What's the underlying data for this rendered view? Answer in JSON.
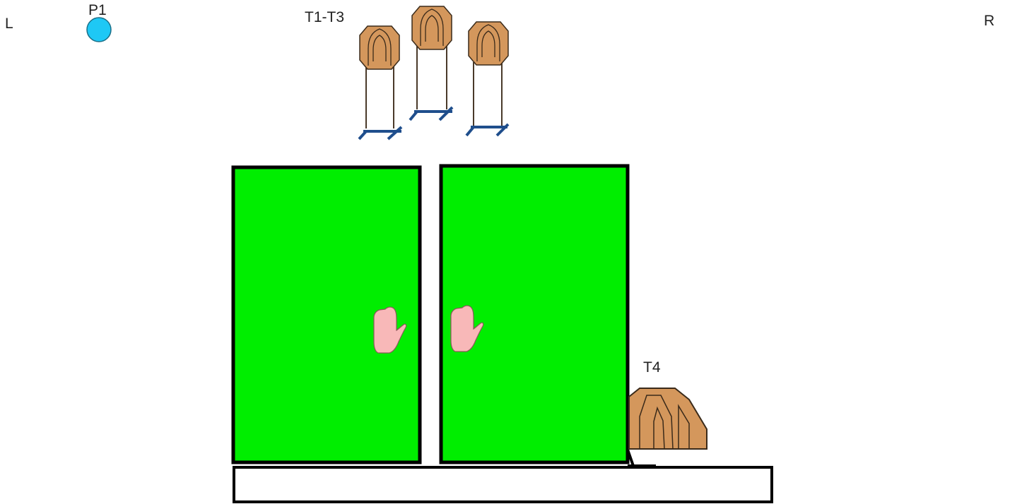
{
  "labels": {
    "left_side": "L",
    "right_side": "R",
    "position": "P1",
    "targets_group": "T1-T3",
    "target_four": "T4"
  },
  "colors": {
    "panel_fill": "#00ee00",
    "panel_stroke": "#000000",
    "position_marker": "#1ec8f5",
    "target_fill": "#d4975c",
    "stand_color": "#1f4e8c",
    "hand_fill": "#f8b8b8"
  },
  "icons": {
    "position_marker": "shooter-position-circle",
    "targets": "octagon-paper-target",
    "no_shoot": "hand-no-shoot-icon"
  }
}
